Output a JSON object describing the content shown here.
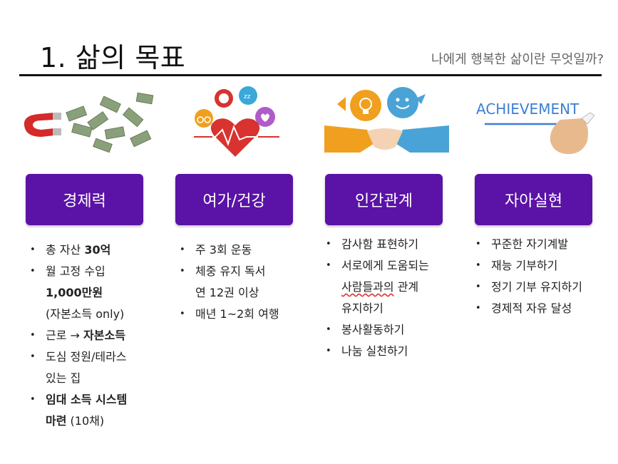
{
  "header": {
    "title": "1. 삶의 목표",
    "subtitle": "나에게 행복한 삶이란 무엇일까?"
  },
  "columns": [
    {
      "heading": "경제력",
      "items": [
        {
          "parts": [
            {
              "t": "총 자산 "
            },
            {
              "t": "30억",
              "b": true
            }
          ]
        },
        {
          "parts": [
            {
              "t": "월 고정 수입"
            }
          ]
        },
        {
          "cont": true,
          "parts": [
            {
              "t": "1,000만원",
              "b": true
            }
          ]
        },
        {
          "cont": true,
          "parts": [
            {
              "t": "(자본소득 only)"
            }
          ]
        },
        {
          "parts": [
            {
              "t": "근로 → "
            },
            {
              "t": "자본소득",
              "b": true
            }
          ]
        },
        {
          "parts": [
            {
              "t": "도심 정원/테라스"
            }
          ]
        },
        {
          "cont": true,
          "parts": [
            {
              "t": "있는 집"
            }
          ]
        },
        {
          "parts": [
            {
              "t": "임대 소득 시스템",
              "b": true
            }
          ]
        },
        {
          "cont": true,
          "parts": [
            {
              "t": "마련",
              "b": true
            },
            {
              "t": " (10채)"
            }
          ]
        }
      ]
    },
    {
      "heading": "여가/건강",
      "items": [
        {
          "parts": [
            {
              "t": "주 3회 운동"
            }
          ]
        },
        {
          "parts": [
            {
              "t": "체중 유지 독서"
            }
          ]
        },
        {
          "cont": true,
          "parts": [
            {
              "t": "연 12권 이상"
            }
          ]
        },
        {
          "parts": [
            {
              "t": "매년 1~2회 여행"
            }
          ]
        }
      ]
    },
    {
      "heading": "인간관계",
      "items": [
        {
          "parts": [
            {
              "t": "감사함 표현하기"
            }
          ]
        },
        {
          "parts": [
            {
              "t": "서로에게 도움되는"
            }
          ]
        },
        {
          "cont": true,
          "parts": [
            {
              "t": "사람들과의",
              "s": true
            },
            {
              "t": " 관계"
            }
          ]
        },
        {
          "cont": true,
          "parts": [
            {
              "t": "유지하기"
            }
          ]
        },
        {
          "parts": [
            {
              "t": "봉사활동하기"
            }
          ]
        },
        {
          "parts": [
            {
              "t": "나눔 실천하기"
            }
          ]
        }
      ]
    },
    {
      "heading": "자아실현",
      "items": [
        {
          "parts": [
            {
              "t": "꾸준한 자기계발"
            }
          ]
        },
        {
          "parts": [
            {
              "t": "재능 기부하기"
            }
          ]
        },
        {
          "parts": [
            {
              "t": "정기 기부 유지하기"
            }
          ]
        },
        {
          "parts": [
            {
              "t": "경제적 자유 달성"
            }
          ]
        }
      ]
    }
  ],
  "illustrations": {
    "achievement_text": "ACHIEVEMENT",
    "achievement_color": "#3b7fd4",
    "magnet_color": "#d42a2a",
    "heart_color": "#d8332f",
    "box_color": "#5b12a6"
  }
}
